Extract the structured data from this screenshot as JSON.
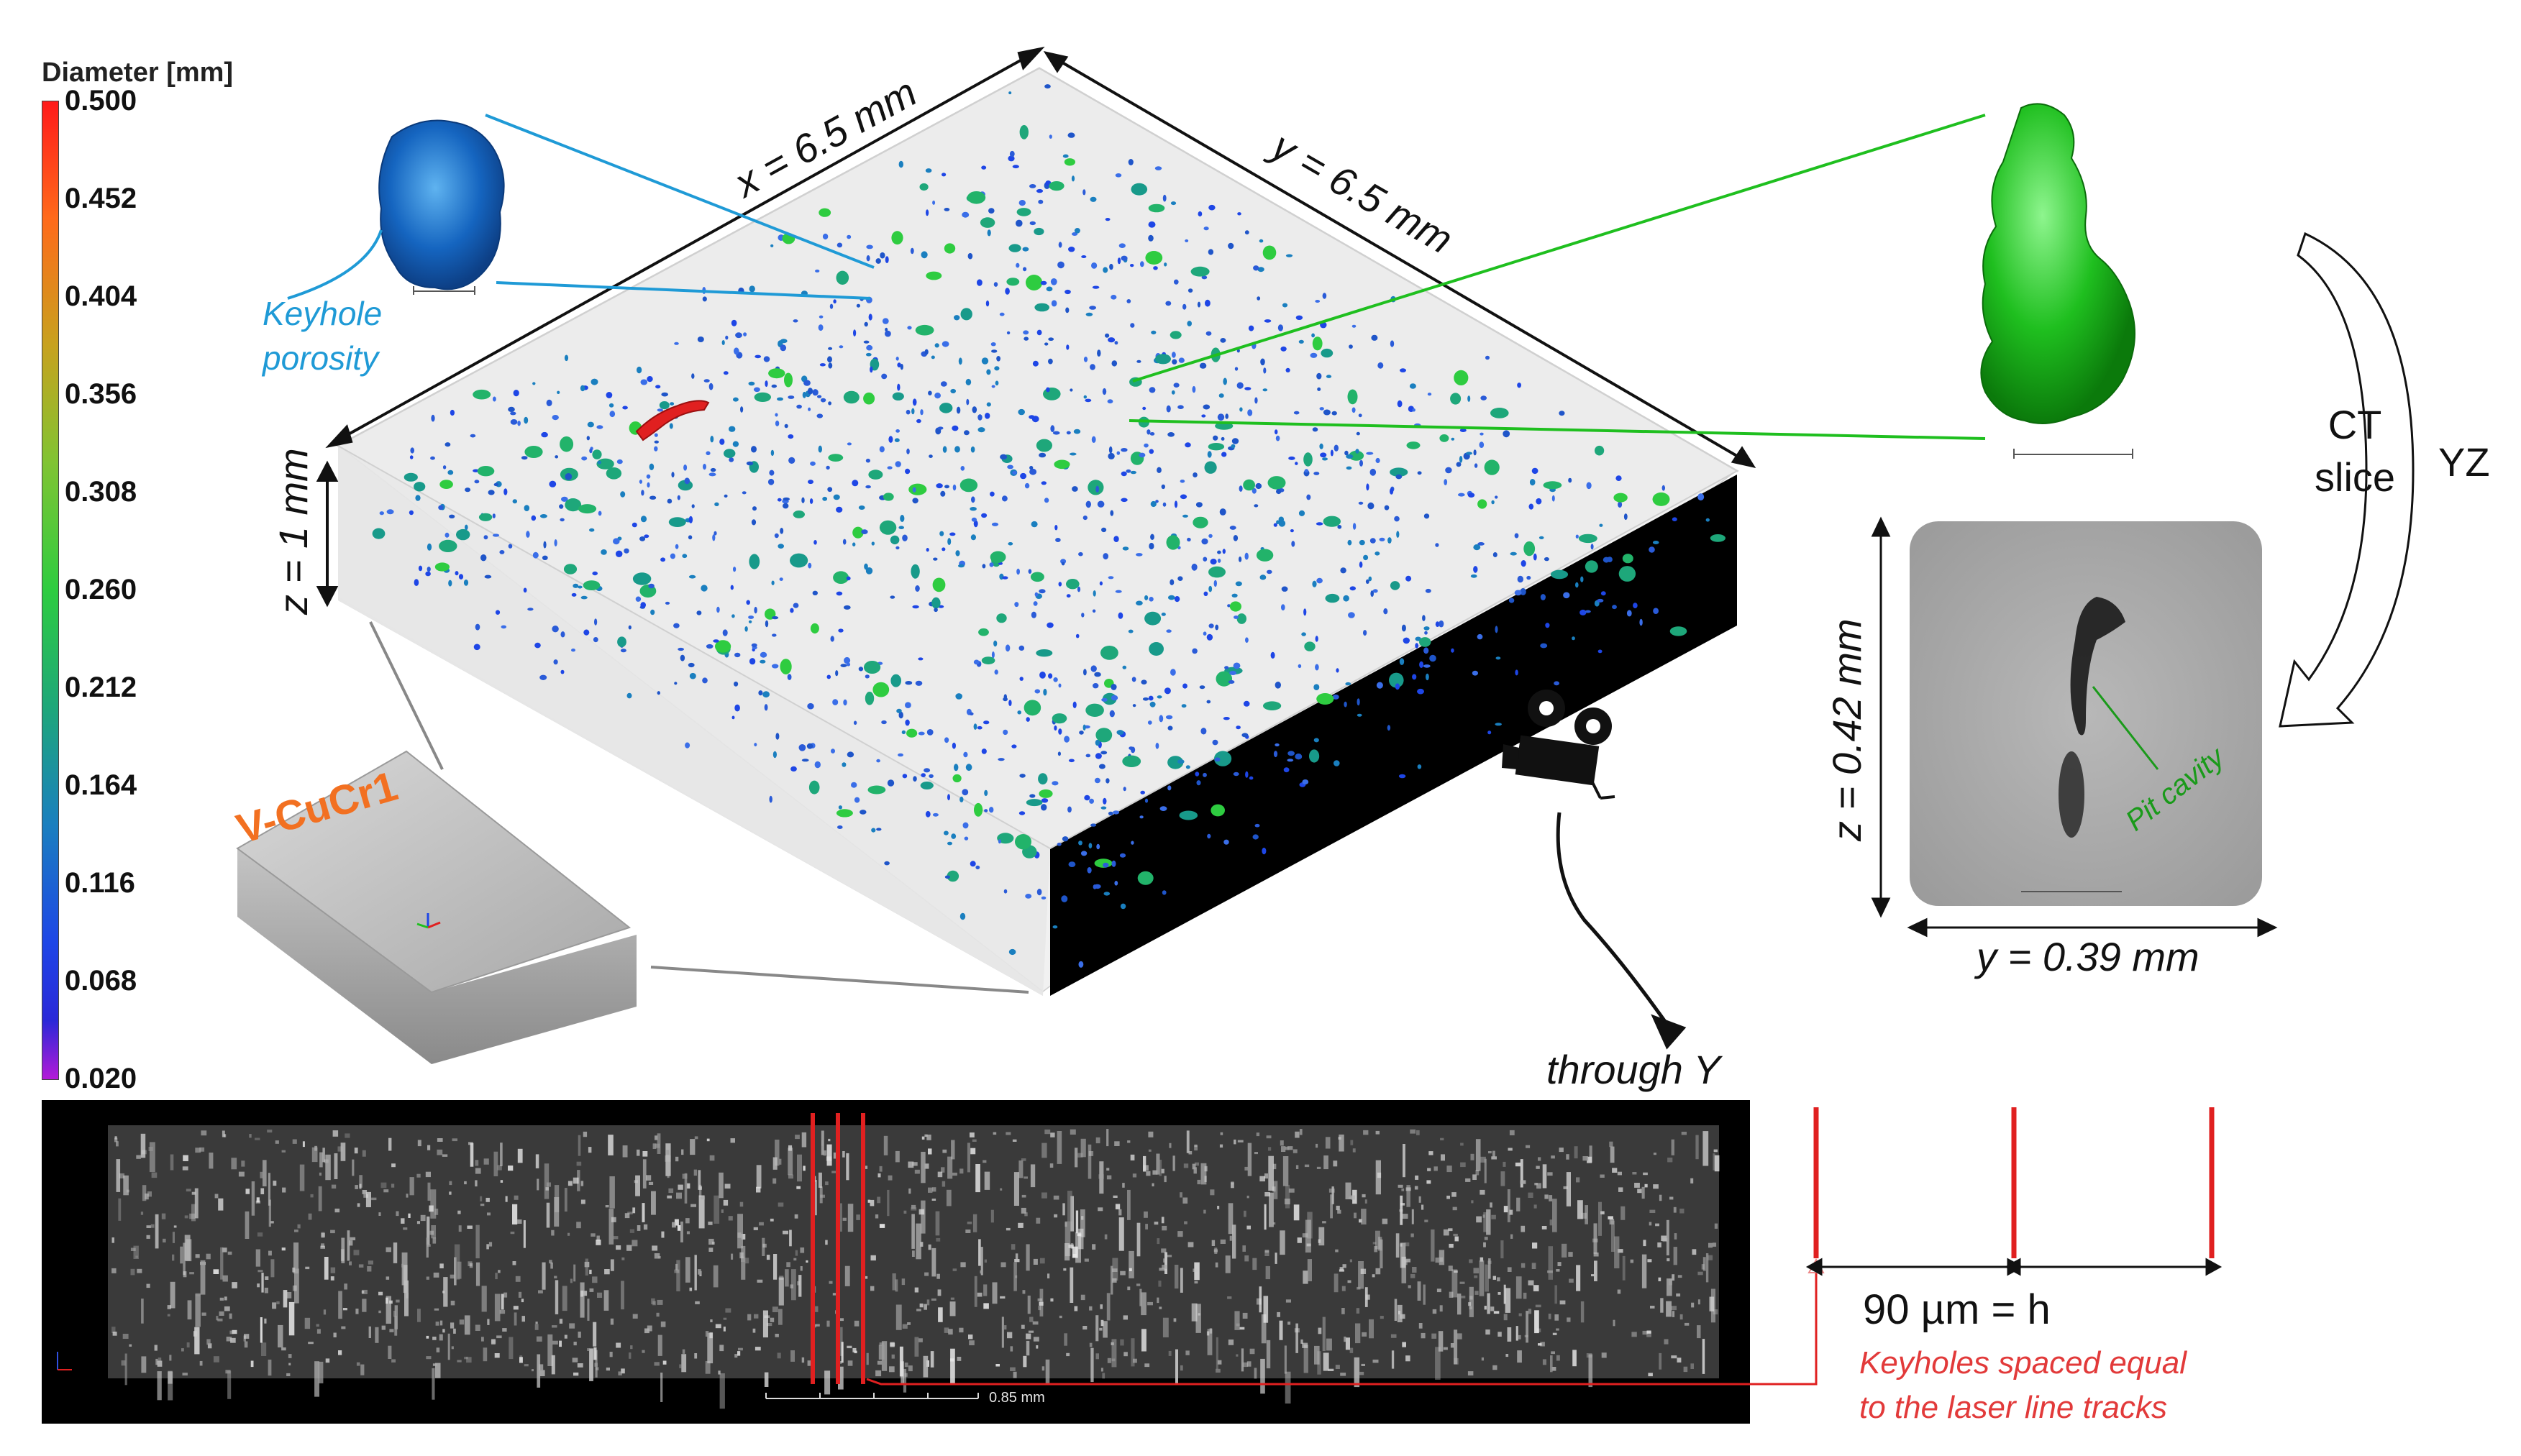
{
  "colorbar": {
    "title": "Diameter [mm]",
    "ticks": [
      "0.500",
      "0.452",
      "0.404",
      "0.356",
      "0.308",
      "0.260",
      "0.212",
      "0.164",
      "0.116",
      "0.068",
      "0.020"
    ],
    "range": [
      0.02,
      0.5
    ]
  },
  "volume": {
    "x_label": "x = 6.5 mm",
    "y_label": "y = 6.5 mm",
    "z_label": "z = 1 mm"
  },
  "callouts": {
    "keyhole_line1": "Keyhole",
    "keyhole_line2": "porosity",
    "sample_label": "V-CuCr1"
  },
  "ct_panel": {
    "ct_line1": "CT",
    "ct_line2": "slice",
    "plane": "YZ",
    "z_label": "z = 0.42 mm",
    "y_label": "y = 0.39 mm",
    "pit_label": "Pit cavity"
  },
  "camera": {
    "through_label": "through Y"
  },
  "slice_strip": {
    "scale_label": "0.85 mm"
  },
  "spacing": {
    "label": "90 µm = h",
    "note_line1": "Keyholes spaced equal",
    "note_line2": "to the laser line tracks"
  },
  "colors": {
    "keyhole_blue": "#1f9ad6",
    "sample_orange": "#f27021",
    "pit_green": "#1a9a1a",
    "track_red": "#e02020",
    "note_red": "#e23a3a"
  }
}
